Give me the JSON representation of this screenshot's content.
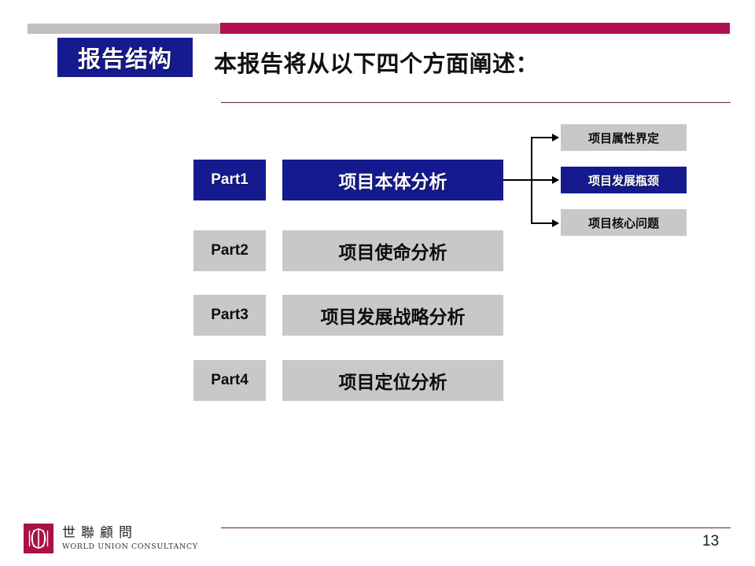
{
  "header": {
    "tag_label": "报告结构",
    "title": "本报告将从以下四个方面阐述：",
    "tag_bg_color": "#151a8f",
    "bar_gray_color": "#c0c0c0",
    "bar_crimson_color": "#b01050",
    "rule_color": "#5d2438"
  },
  "parts": [
    {
      "label": "Part1",
      "title": "项目本体分析",
      "state": "active",
      "style": "navy"
    },
    {
      "label": "Part2",
      "title": "项目使命分析",
      "state": "inactive",
      "style": "gray"
    },
    {
      "label": "Part3",
      "title": "项目发展战略分析",
      "state": "inactive",
      "style": "gray"
    },
    {
      "label": "Part4",
      "title": "项目定位分析",
      "state": "inactive",
      "style": "gray"
    }
  ],
  "sub_items": [
    {
      "label": "项目属性界定",
      "state": "inactive",
      "style": "gray"
    },
    {
      "label": "项目发展瓶颈",
      "state": "active",
      "style": "navy"
    },
    {
      "label": "项目核心问题",
      "state": "inactive",
      "style": "gray"
    }
  ],
  "footer": {
    "logo_cn": "世聯顧問",
    "logo_en": "WORLD UNION CONSULTANCY",
    "logo_color": "#a81246",
    "page_number": "13"
  }
}
